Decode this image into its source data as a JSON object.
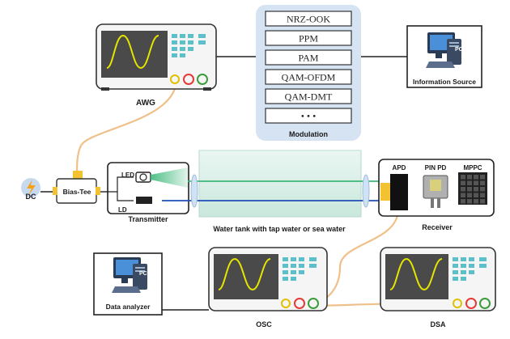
{
  "modulation": {
    "items": [
      "NRZ-OOK",
      "PPM",
      "PAM",
      "QAM-OFDM",
      "QAM-DMT",
      "• • •"
    ],
    "title": "Modulation"
  },
  "labels": {
    "awg": "AWG",
    "info_source": "Information Source",
    "pc": "PC",
    "dc": "DC",
    "bias_tee": "Bias-Tee",
    "led": "LED",
    "ld": "LD",
    "transmitter": "Transmitter",
    "tank": "Water tank with tap water or sea water",
    "apd": "APD",
    "pin_pd": "PIN PD",
    "mppc": "MPPC",
    "receiver": "Receiver",
    "data_analyzer": "Data analyzer",
    "osc": "OSC",
    "dsa": "DSA"
  },
  "colors": {
    "wave": "#e5e500",
    "screen": "#4a4a4a",
    "cable": "#f0c08a",
    "link": "#222222",
    "modulation_bg": "#d6e3f3",
    "water": "#d9efe8",
    "green_beam": "#3cb878",
    "blue_beam": "#1e4fb8"
  }
}
